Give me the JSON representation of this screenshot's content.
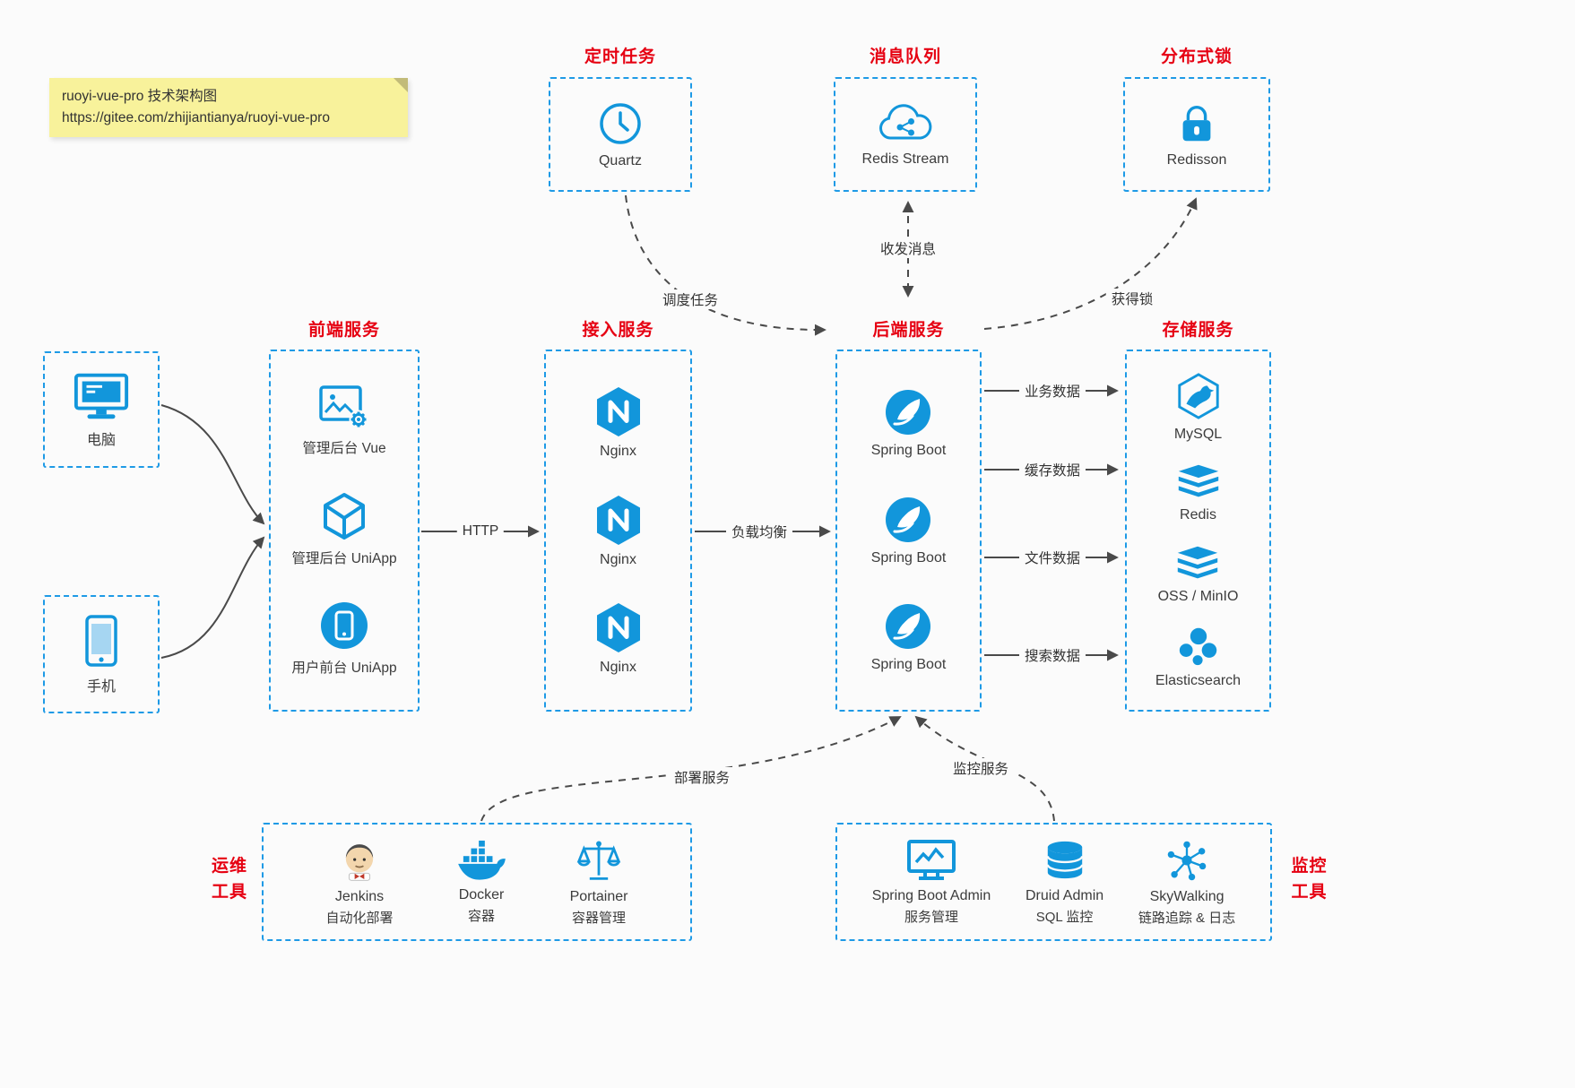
{
  "colors": {
    "accent": "#1296db",
    "box_border": "#1e9ae6",
    "title_red": "#e60012",
    "note_bg": "#f8f29b",
    "text": "#3c3c3c"
  },
  "note": {
    "line1": "ruoyi-vue-pro 技术架构图",
    "line2": "https://gitee.com/zhijiantianya/ruoyi-vue-pro"
  },
  "scheduled": {
    "title": "定时任务",
    "item": "Quartz"
  },
  "mq": {
    "title": "消息队列",
    "item": "Redis Stream"
  },
  "lock": {
    "title": "分布式锁",
    "item": "Redisson"
  },
  "clients": {
    "pc": "电脑",
    "phone": "手机"
  },
  "frontend": {
    "title": "前端服务",
    "items": [
      "管理后台 Vue",
      "管理后台 UniApp",
      "用户前台 UniApp"
    ]
  },
  "gateway": {
    "title": "接入服务",
    "items": [
      "Nginx",
      "Nginx",
      "Nginx"
    ]
  },
  "backend": {
    "title": "后端服务",
    "items": [
      "Spring Boot",
      "Spring Boot",
      "Spring Boot"
    ]
  },
  "storage": {
    "title": "存储服务",
    "items": [
      "MySQL",
      "Redis",
      "OSS / MinIO",
      "Elasticsearch"
    ]
  },
  "ops": {
    "title": "运维\n工具",
    "items": [
      {
        "name": "Jenkins",
        "desc": "自动化部署"
      },
      {
        "name": "Docker",
        "desc": "容器"
      },
      {
        "name": "Portainer",
        "desc": "容器管理"
      }
    ]
  },
  "monitoring": {
    "title": "监控\n工具",
    "items": [
      {
        "name": "Spring Boot Admin",
        "desc": "服务管理"
      },
      {
        "name": "Druid Admin",
        "desc": "SQL 监控"
      },
      {
        "name": "SkyWalking",
        "desc": "链路追踪 & 日志"
      }
    ]
  },
  "edges": {
    "http": "HTTP",
    "load_balance": "负载均衡",
    "business_data": "业务数据",
    "cache_data": "缓存数据",
    "file_data": "文件数据",
    "search_data": "搜索数据",
    "schedule_task": "调度任务",
    "send_receive": "收发消息",
    "acquire_lock": "获得锁",
    "deploy_service": "部署服务",
    "monitor_service": "监控服务"
  }
}
